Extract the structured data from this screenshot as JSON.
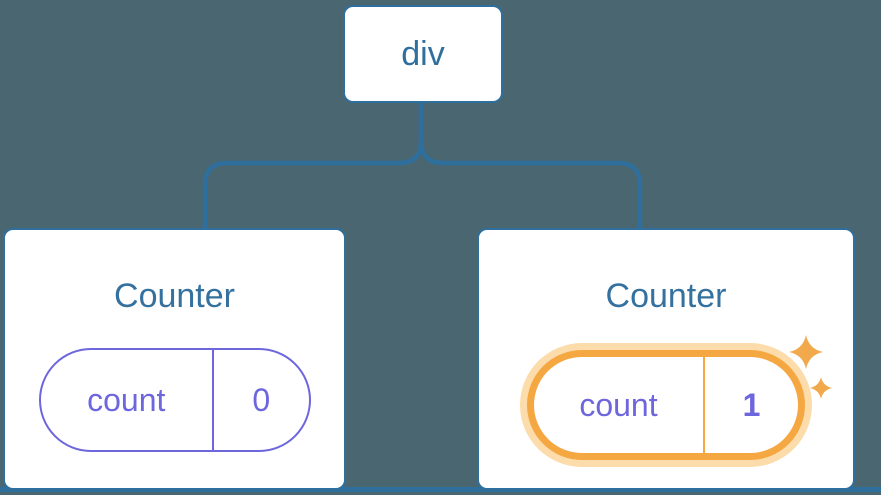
{
  "diagram": {
    "root": {
      "label": "div"
    },
    "counters": [
      {
        "title": "Counter",
        "state_key": "count",
        "state_value": "0",
        "highlighted": false
      },
      {
        "title": "Counter",
        "state_key": "count",
        "state_value": "1",
        "highlighted": true
      }
    ],
    "icons": [
      "sparkles-icon"
    ]
  },
  "colors": {
    "background": "#4a6670",
    "line_blue": "#2e6f9e",
    "title_blue": "#35719f",
    "state_purple": "#6e66dd",
    "highlight_orange": "#f5a742",
    "highlight_glow": "#fbdcaa",
    "sparkle_orange": "#f2a94c",
    "card_background": "#ffffff"
  }
}
